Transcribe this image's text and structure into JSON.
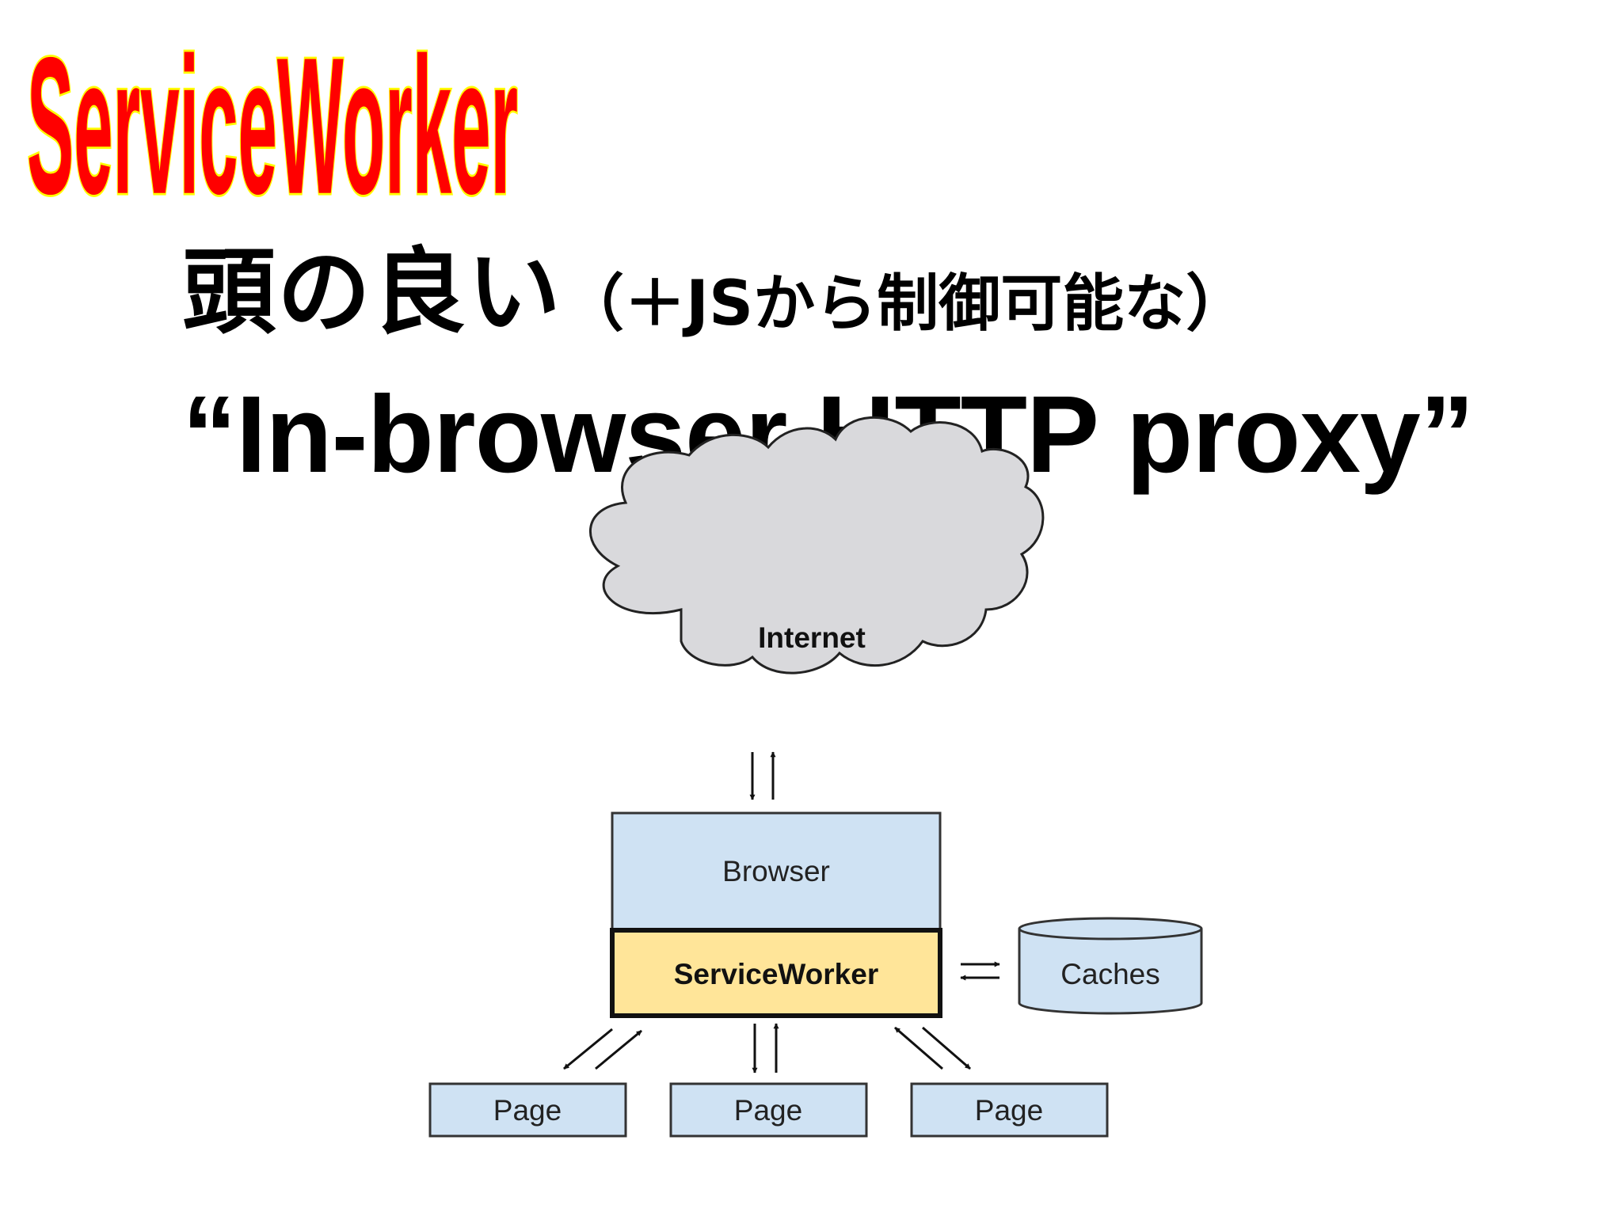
{
  "logo": {
    "text": "ServiceWorker",
    "fill_color": "#ff0000",
    "outline_color": "#ffff00"
  },
  "headline": {
    "line1_main": "頭の良い",
    "line1_paren": "（＋JSから制御可能な）",
    "line2": "“In-browser HTTP proxy”"
  },
  "diagram": {
    "internet_label": "Internet",
    "browser_label": "Browser",
    "serviceworker_label": "ServiceWorker",
    "caches_label": "Caches",
    "pages": [
      "Page",
      "Page",
      "Page"
    ],
    "colors": {
      "cloud_fill": "#d9d9dc",
      "box_fill": "#cfe2f3",
      "serviceworker_fill": "#ffe599",
      "stroke": "#333333"
    }
  }
}
